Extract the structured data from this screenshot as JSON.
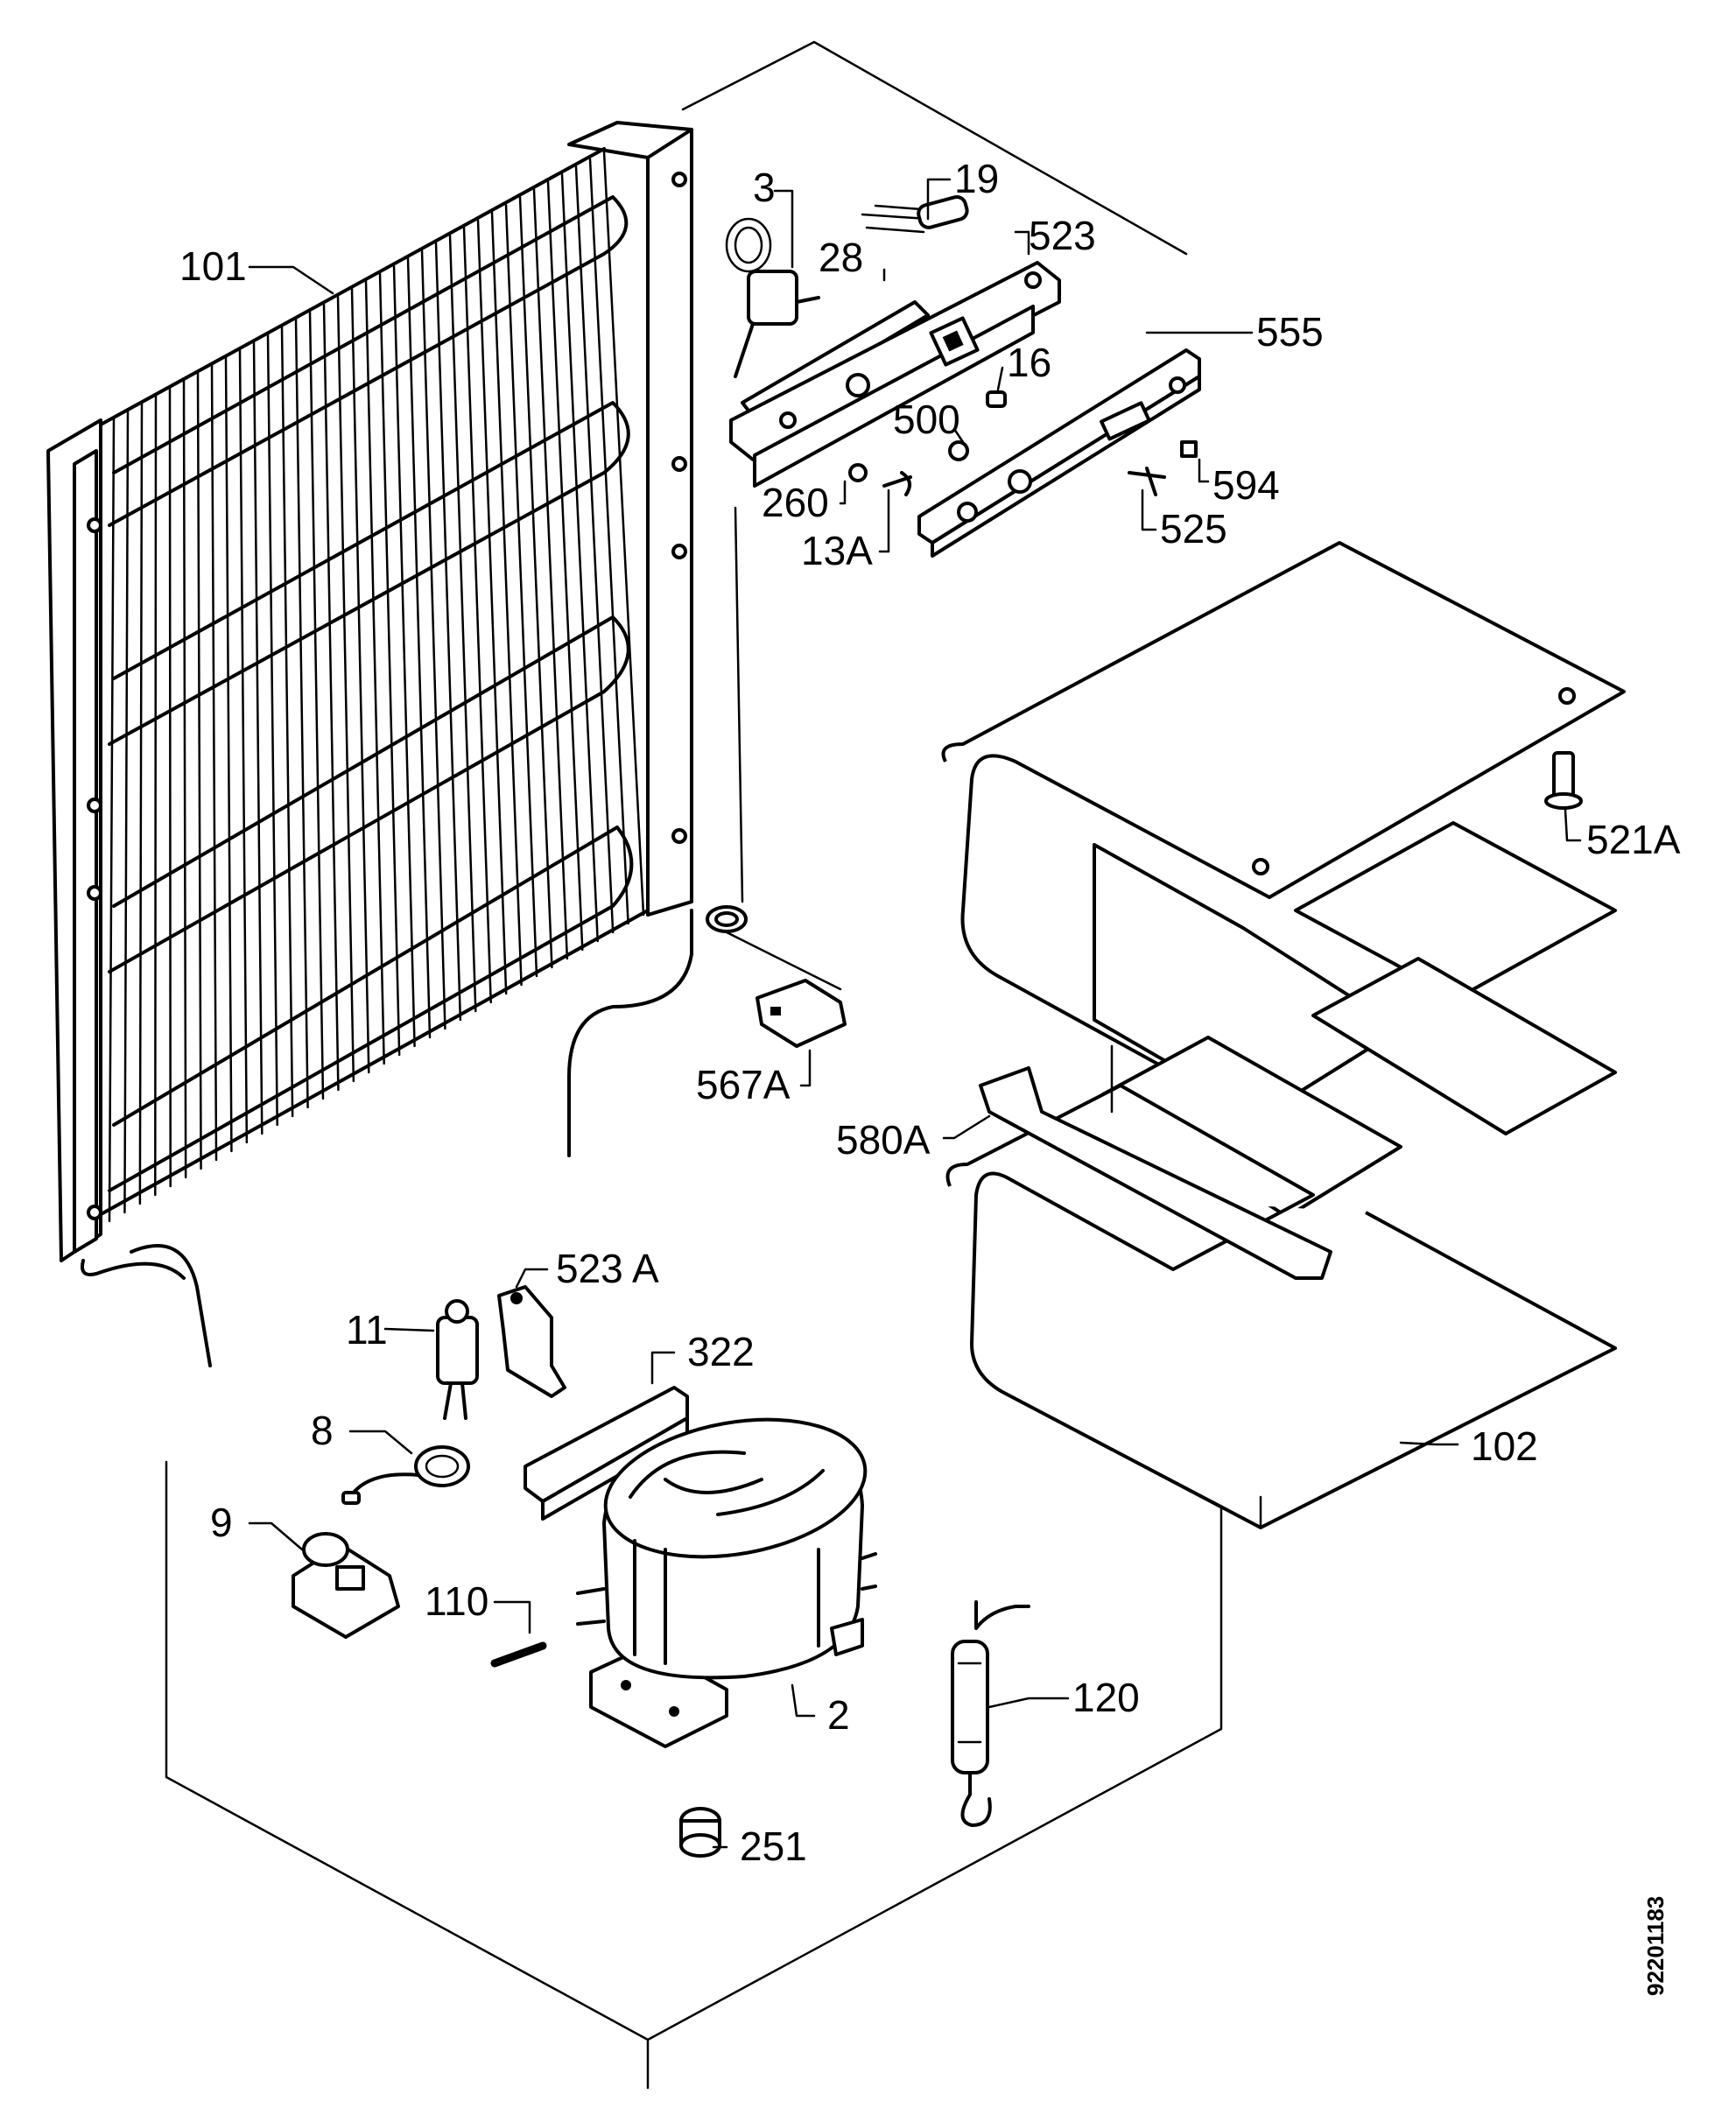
{
  "diagram": {
    "document_number": "92201183",
    "parts": [
      {
        "key": "p101",
        "label": "101"
      },
      {
        "key": "p3",
        "label": "3"
      },
      {
        "key": "p19",
        "label": "19"
      },
      {
        "key": "p28",
        "label": "28"
      },
      {
        "key": "p523",
        "label": "523"
      },
      {
        "key": "p555",
        "label": "555"
      },
      {
        "key": "p16",
        "label": "16"
      },
      {
        "key": "p500",
        "label": "500"
      },
      {
        "key": "p260",
        "label": "260"
      },
      {
        "key": "p594",
        "label": "594"
      },
      {
        "key": "p13a",
        "label": "13A"
      },
      {
        "key": "p525",
        "label": "525"
      },
      {
        "key": "p521a",
        "label": "521A"
      },
      {
        "key": "p567a",
        "label": "567A"
      },
      {
        "key": "p580a",
        "label": "580A"
      },
      {
        "key": "p523a",
        "label": "523 A"
      },
      {
        "key": "p11",
        "label": "11"
      },
      {
        "key": "p322",
        "label": "322"
      },
      {
        "key": "p8",
        "label": "8"
      },
      {
        "key": "p9",
        "label": "9"
      },
      {
        "key": "p110",
        "label": "110"
      },
      {
        "key": "p2",
        "label": "2"
      },
      {
        "key": "p120",
        "label": "120"
      },
      {
        "key": "p102",
        "label": "102"
      },
      {
        "key": "p251",
        "label": "251"
      }
    ]
  }
}
